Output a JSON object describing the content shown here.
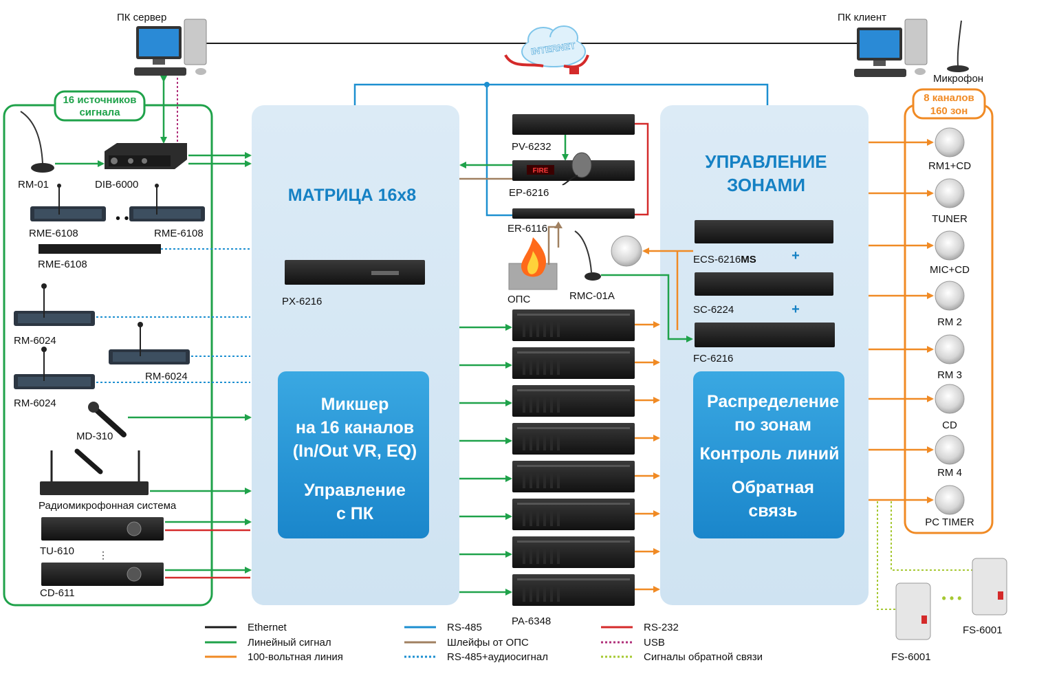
{
  "top": {
    "server_label": "ПК сервер",
    "client_label": "ПК клиент",
    "internet_label": "INTERNET",
    "microphone_label": "Микрофон"
  },
  "left_group": {
    "title_line1": "16 источников",
    "title_line2": "сигнала",
    "devices": [
      "RM-01",
      "DIB-6000",
      "RME-6108",
      "RME-6108",
      "RME-6108",
      "RM-6024",
      "RM-6024",
      "RM-6024",
      "MD-310",
      "Радиомикрофонная система",
      "TU-610",
      "CD-611"
    ]
  },
  "matrix": {
    "title": "МАТРИЦА 16x8",
    "device": "PX-6216",
    "mixer_lines": [
      "Микшер",
      "на 16 каналов",
      "(In/Out VR, EQ)",
      "Управление",
      "с ПК"
    ]
  },
  "center": {
    "devices": [
      "PV-6232",
      "EP-6216",
      "ER-6116",
      "ОПС",
      "RMC-01A",
      "PA-6348"
    ],
    "fire_text": "FIRE"
  },
  "zones": {
    "title_line1": "УПРАВЛЕНИЕ",
    "title_line2": "ЗОНАМИ",
    "devices": [
      "ECS-6216",
      "SC-6224",
      "FC-6216"
    ],
    "device_suffix": "MS",
    "plus": "+",
    "dist_lines": [
      "Распределение",
      "по зонам",
      "Контроль линий",
      "Обратная",
      "связь"
    ]
  },
  "right_group": {
    "title_line1": "8 каналов",
    "title_line2": "160 зон",
    "speakers": [
      "RM1+CD",
      "TUNER",
      "MIC+CD",
      "RM 2",
      "RM 3",
      "CD",
      "RM 4",
      "PC TIMER"
    ]
  },
  "fire_stations": [
    "FS-6001",
    "FS-6001"
  ],
  "legend": [
    {
      "label": "Ethernet",
      "color": "#1a1a1a",
      "style": "solid"
    },
    {
      "label": "Линейный сигнал",
      "color": "#1fa24a",
      "style": "solid"
    },
    {
      "label": "100-вольтная линия",
      "color": "#f08a24",
      "style": "solid"
    },
    {
      "label": "RS-485",
      "color": "#1c8fd0",
      "style": "solid"
    },
    {
      "label": "Шлейфы от ОПС",
      "color": "#a08060",
      "style": "solid"
    },
    {
      "label": "RS-485+аудиосигнал",
      "color": "#1c8fd0",
      "style": "dotted"
    },
    {
      "label": "RS-232",
      "color": "#d42a2a",
      "style": "solid"
    },
    {
      "label": "USB",
      "color": "#b0307a",
      "style": "dotted"
    },
    {
      "label": "Сигналы обратной связи",
      "color": "#a6c832",
      "style": "dotted"
    }
  ]
}
